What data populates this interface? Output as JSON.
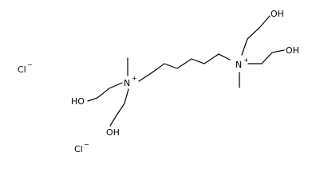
{
  "structure": {
    "counterions": [
      {
        "symbol": "Cl",
        "charge": "−"
      },
      {
        "symbol": "Cl",
        "charge": "−"
      }
    ],
    "cations": [
      {
        "symbol": "N",
        "charge": "+"
      },
      {
        "symbol": "N",
        "charge": "+"
      }
    ],
    "hydroxyls": [
      "OH",
      "HO",
      "OH",
      "OH"
    ]
  }
}
